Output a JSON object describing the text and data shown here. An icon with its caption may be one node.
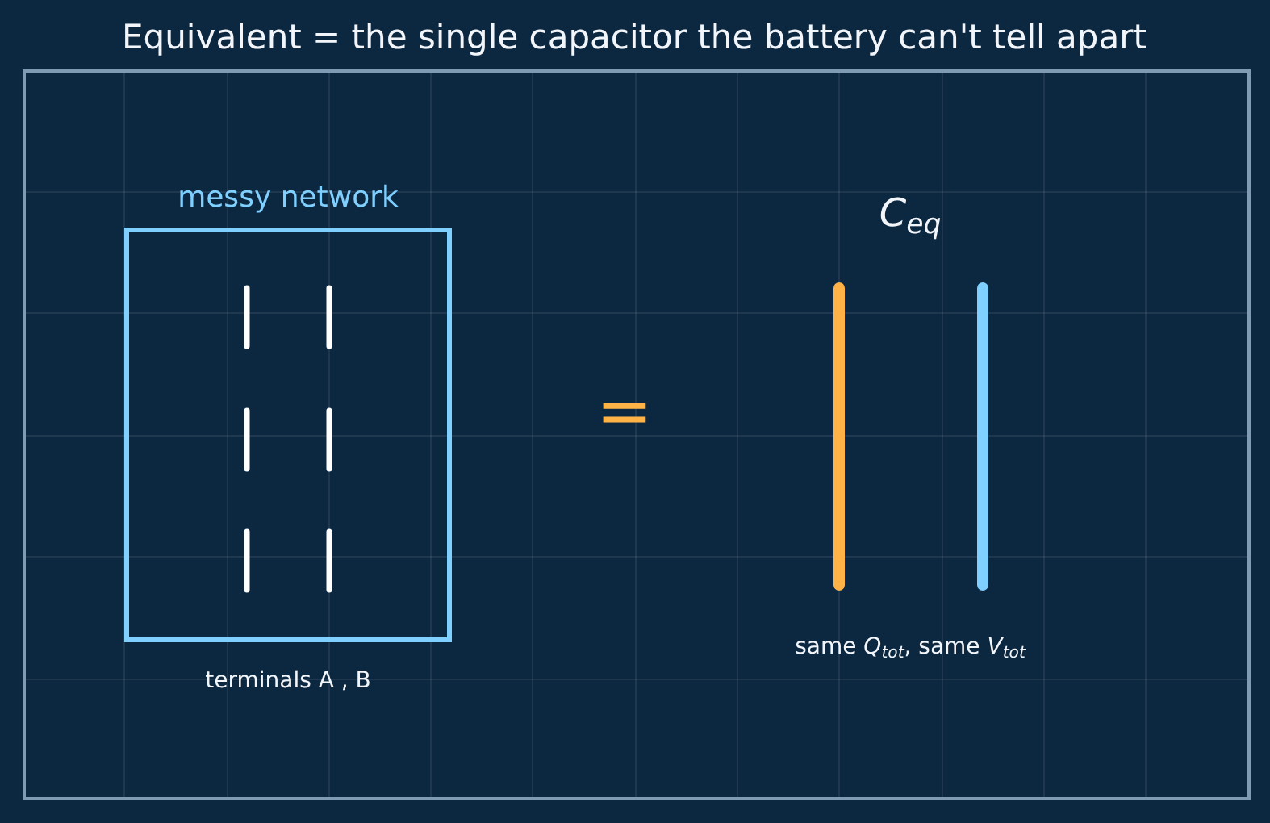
{
  "diagram": {
    "title": "Equivalent = the single capacitor the battery can't tell apart",
    "nodes": [
      {
        "text": [
          "messy network"
        ],
        "beside": [
          "terminals A , B"
        ]
      }
    ],
    "labels": [
      "=",
      "C$_{eq}$",
      "same *Q*$_{tot}$, same *V*$_{tot}$"
    ]
  }
}
